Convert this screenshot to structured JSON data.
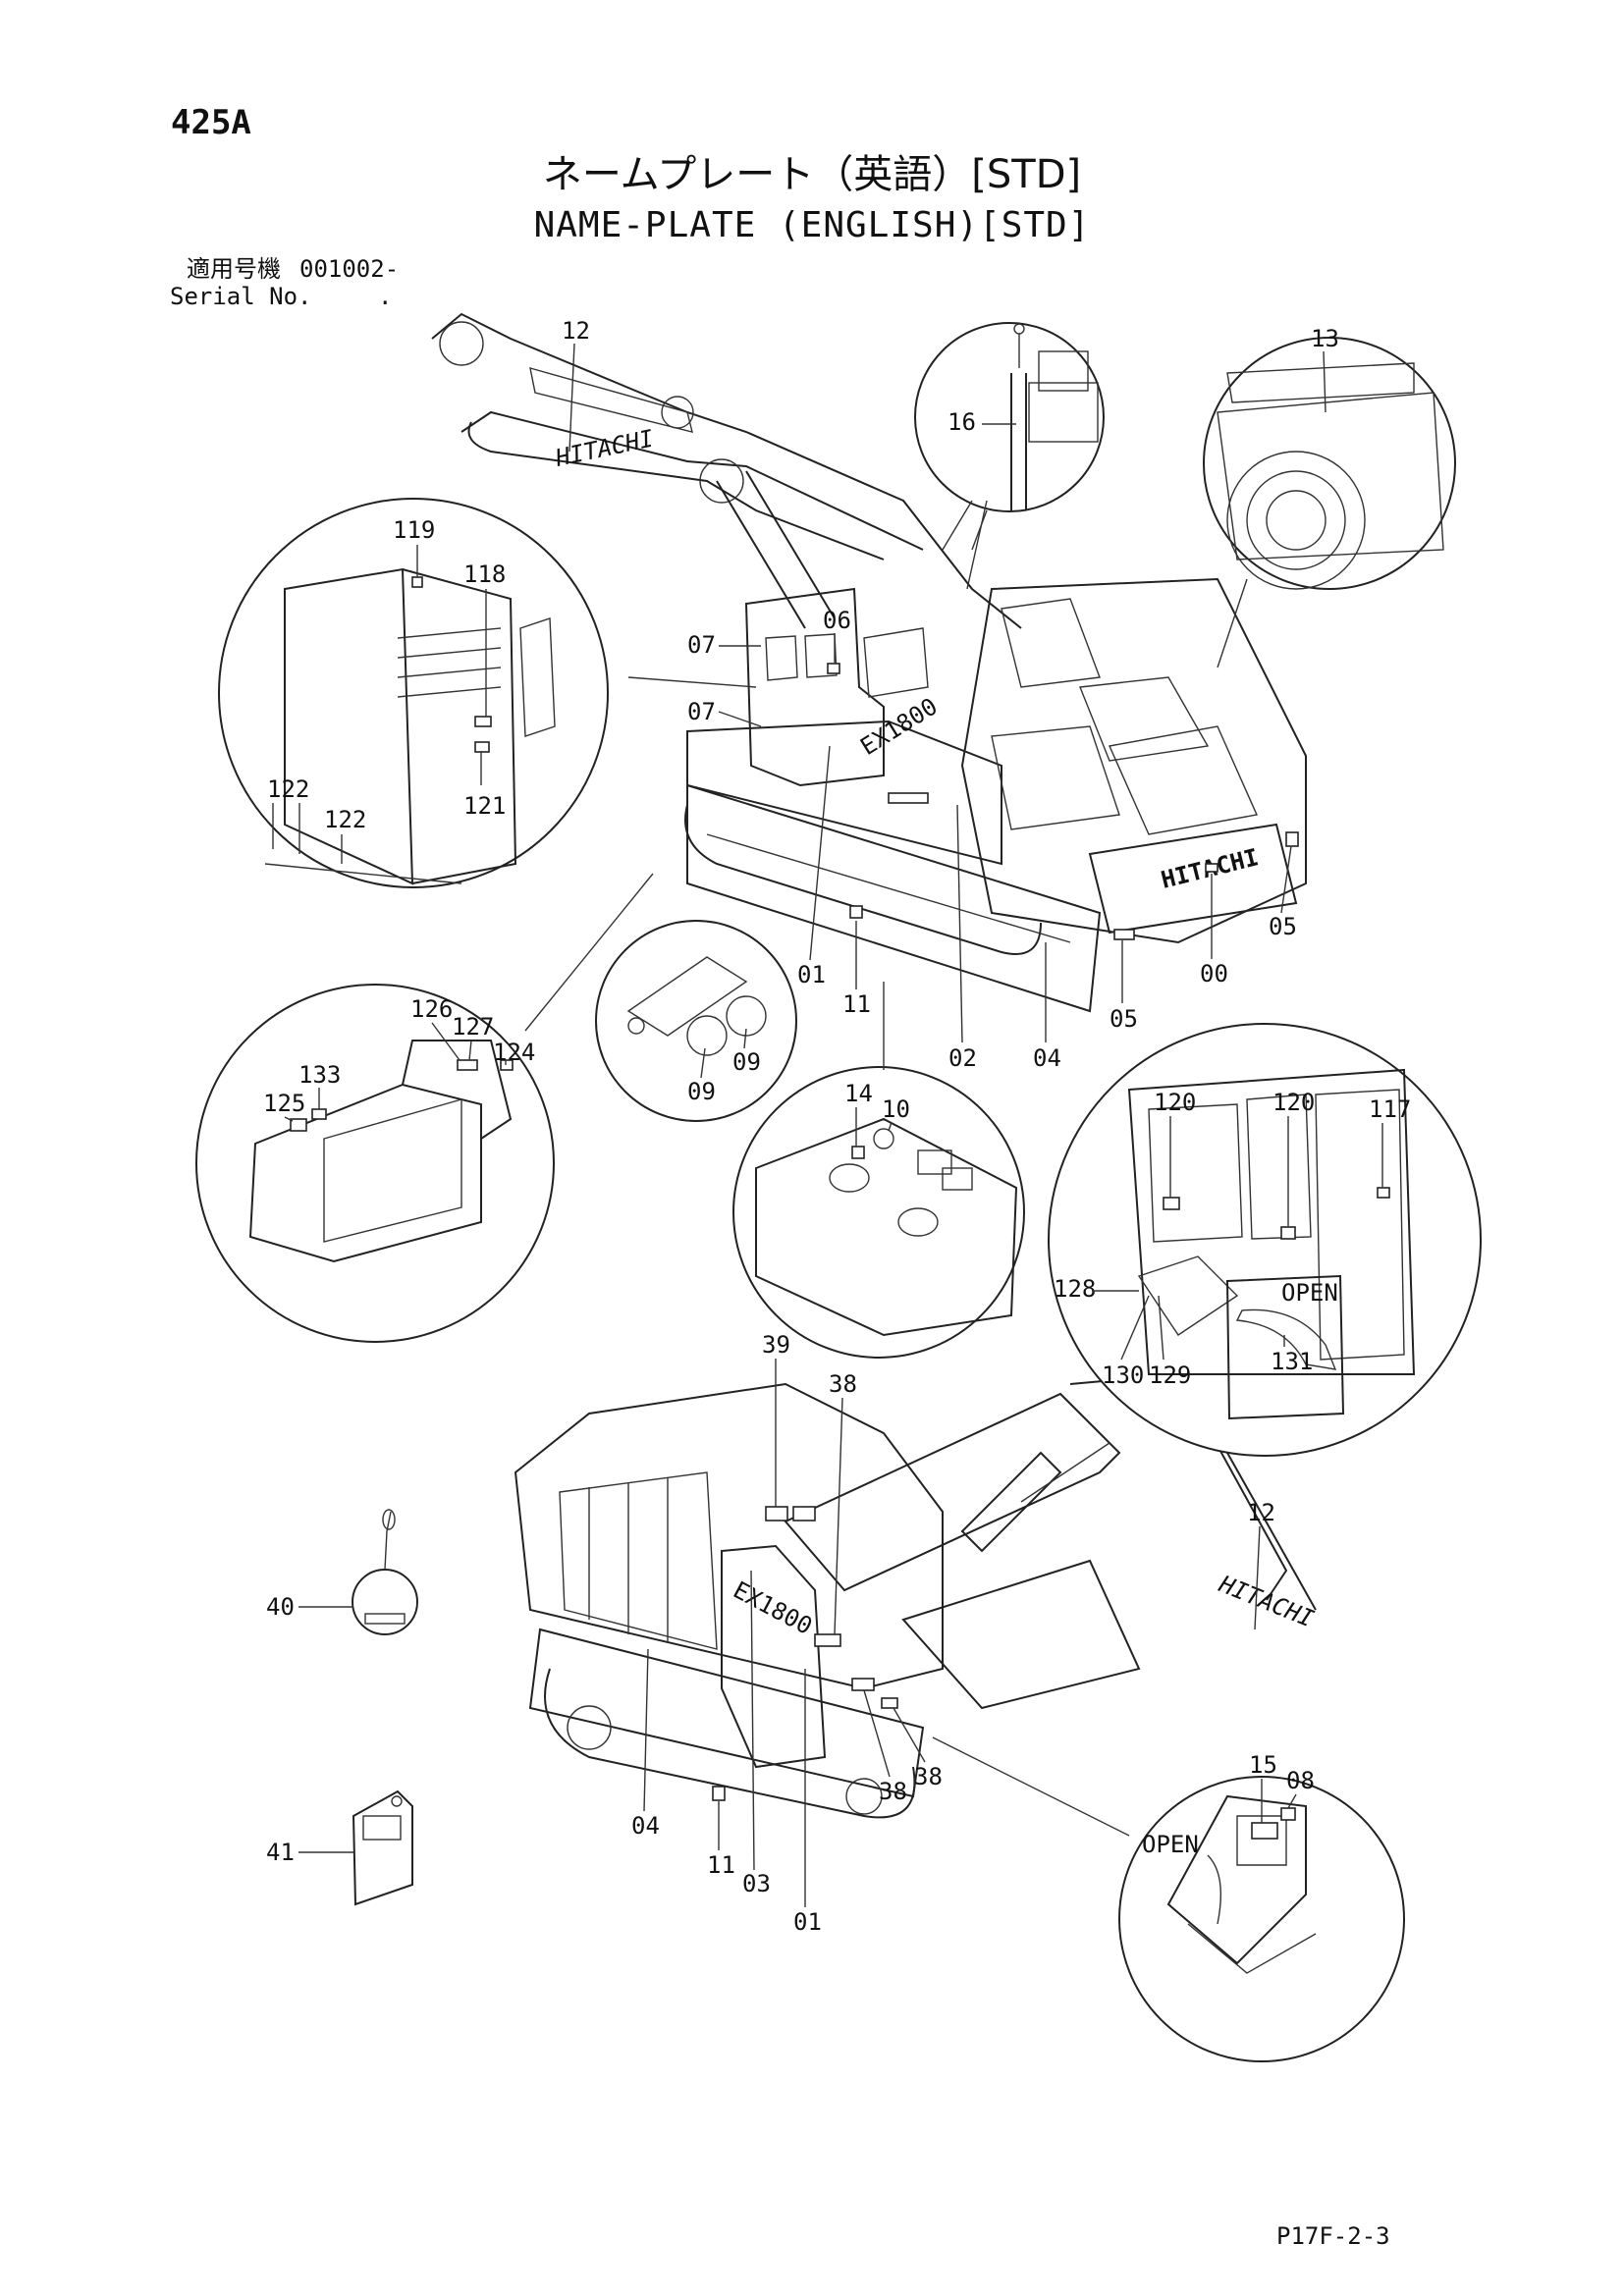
{
  "page_number": "425A",
  "title_jp": "ネームプレート（英語）[STD]",
  "title_en": "NAME-PLATE (ENGLISH)[STD]",
  "serial": {
    "label_jp": "適用号機",
    "value": "001002-",
    "label_en": "Serial No.",
    "value_en": "."
  },
  "footer_ref": "P17F-2-3",
  "machine_markings": {
    "brand": "HITACHI",
    "model": "EX1800"
  },
  "detail_text": {
    "open_label": "OPEN"
  },
  "callouts": {
    "c12_upper": "12",
    "c13": "13",
    "c16": "16",
    "c119": "119",
    "c118": "118",
    "c07_a": "07",
    "c07_b": "07",
    "c06": "06",
    "c122_a": "122",
    "c122_b": "122",
    "c121": "121",
    "c01_a": "01",
    "c11_a": "11",
    "c02": "02",
    "c04_a": "04",
    "c05_a": "05",
    "c05_b": "05",
    "c00": "00",
    "c09_a": "09",
    "c09_b": "09",
    "c126": "126",
    "c127": "127",
    "c124": "124",
    "c133": "133",
    "c125": "125",
    "c14": "14",
    "c10": "10",
    "c120_a": "120",
    "c120_b": "120",
    "c117": "117",
    "c128": "128",
    "c130": "130",
    "c129": "129",
    "c131": "131",
    "c39": "39",
    "c38_a": "38",
    "c38_b": "38",
    "c38_c": "38",
    "c12_lower": "12",
    "c40": "40",
    "c41": "41",
    "c04_b": "04",
    "c11_b": "11",
    "c03": "03",
    "c01_b": "01",
    "c15": "15",
    "c08": "08"
  }
}
